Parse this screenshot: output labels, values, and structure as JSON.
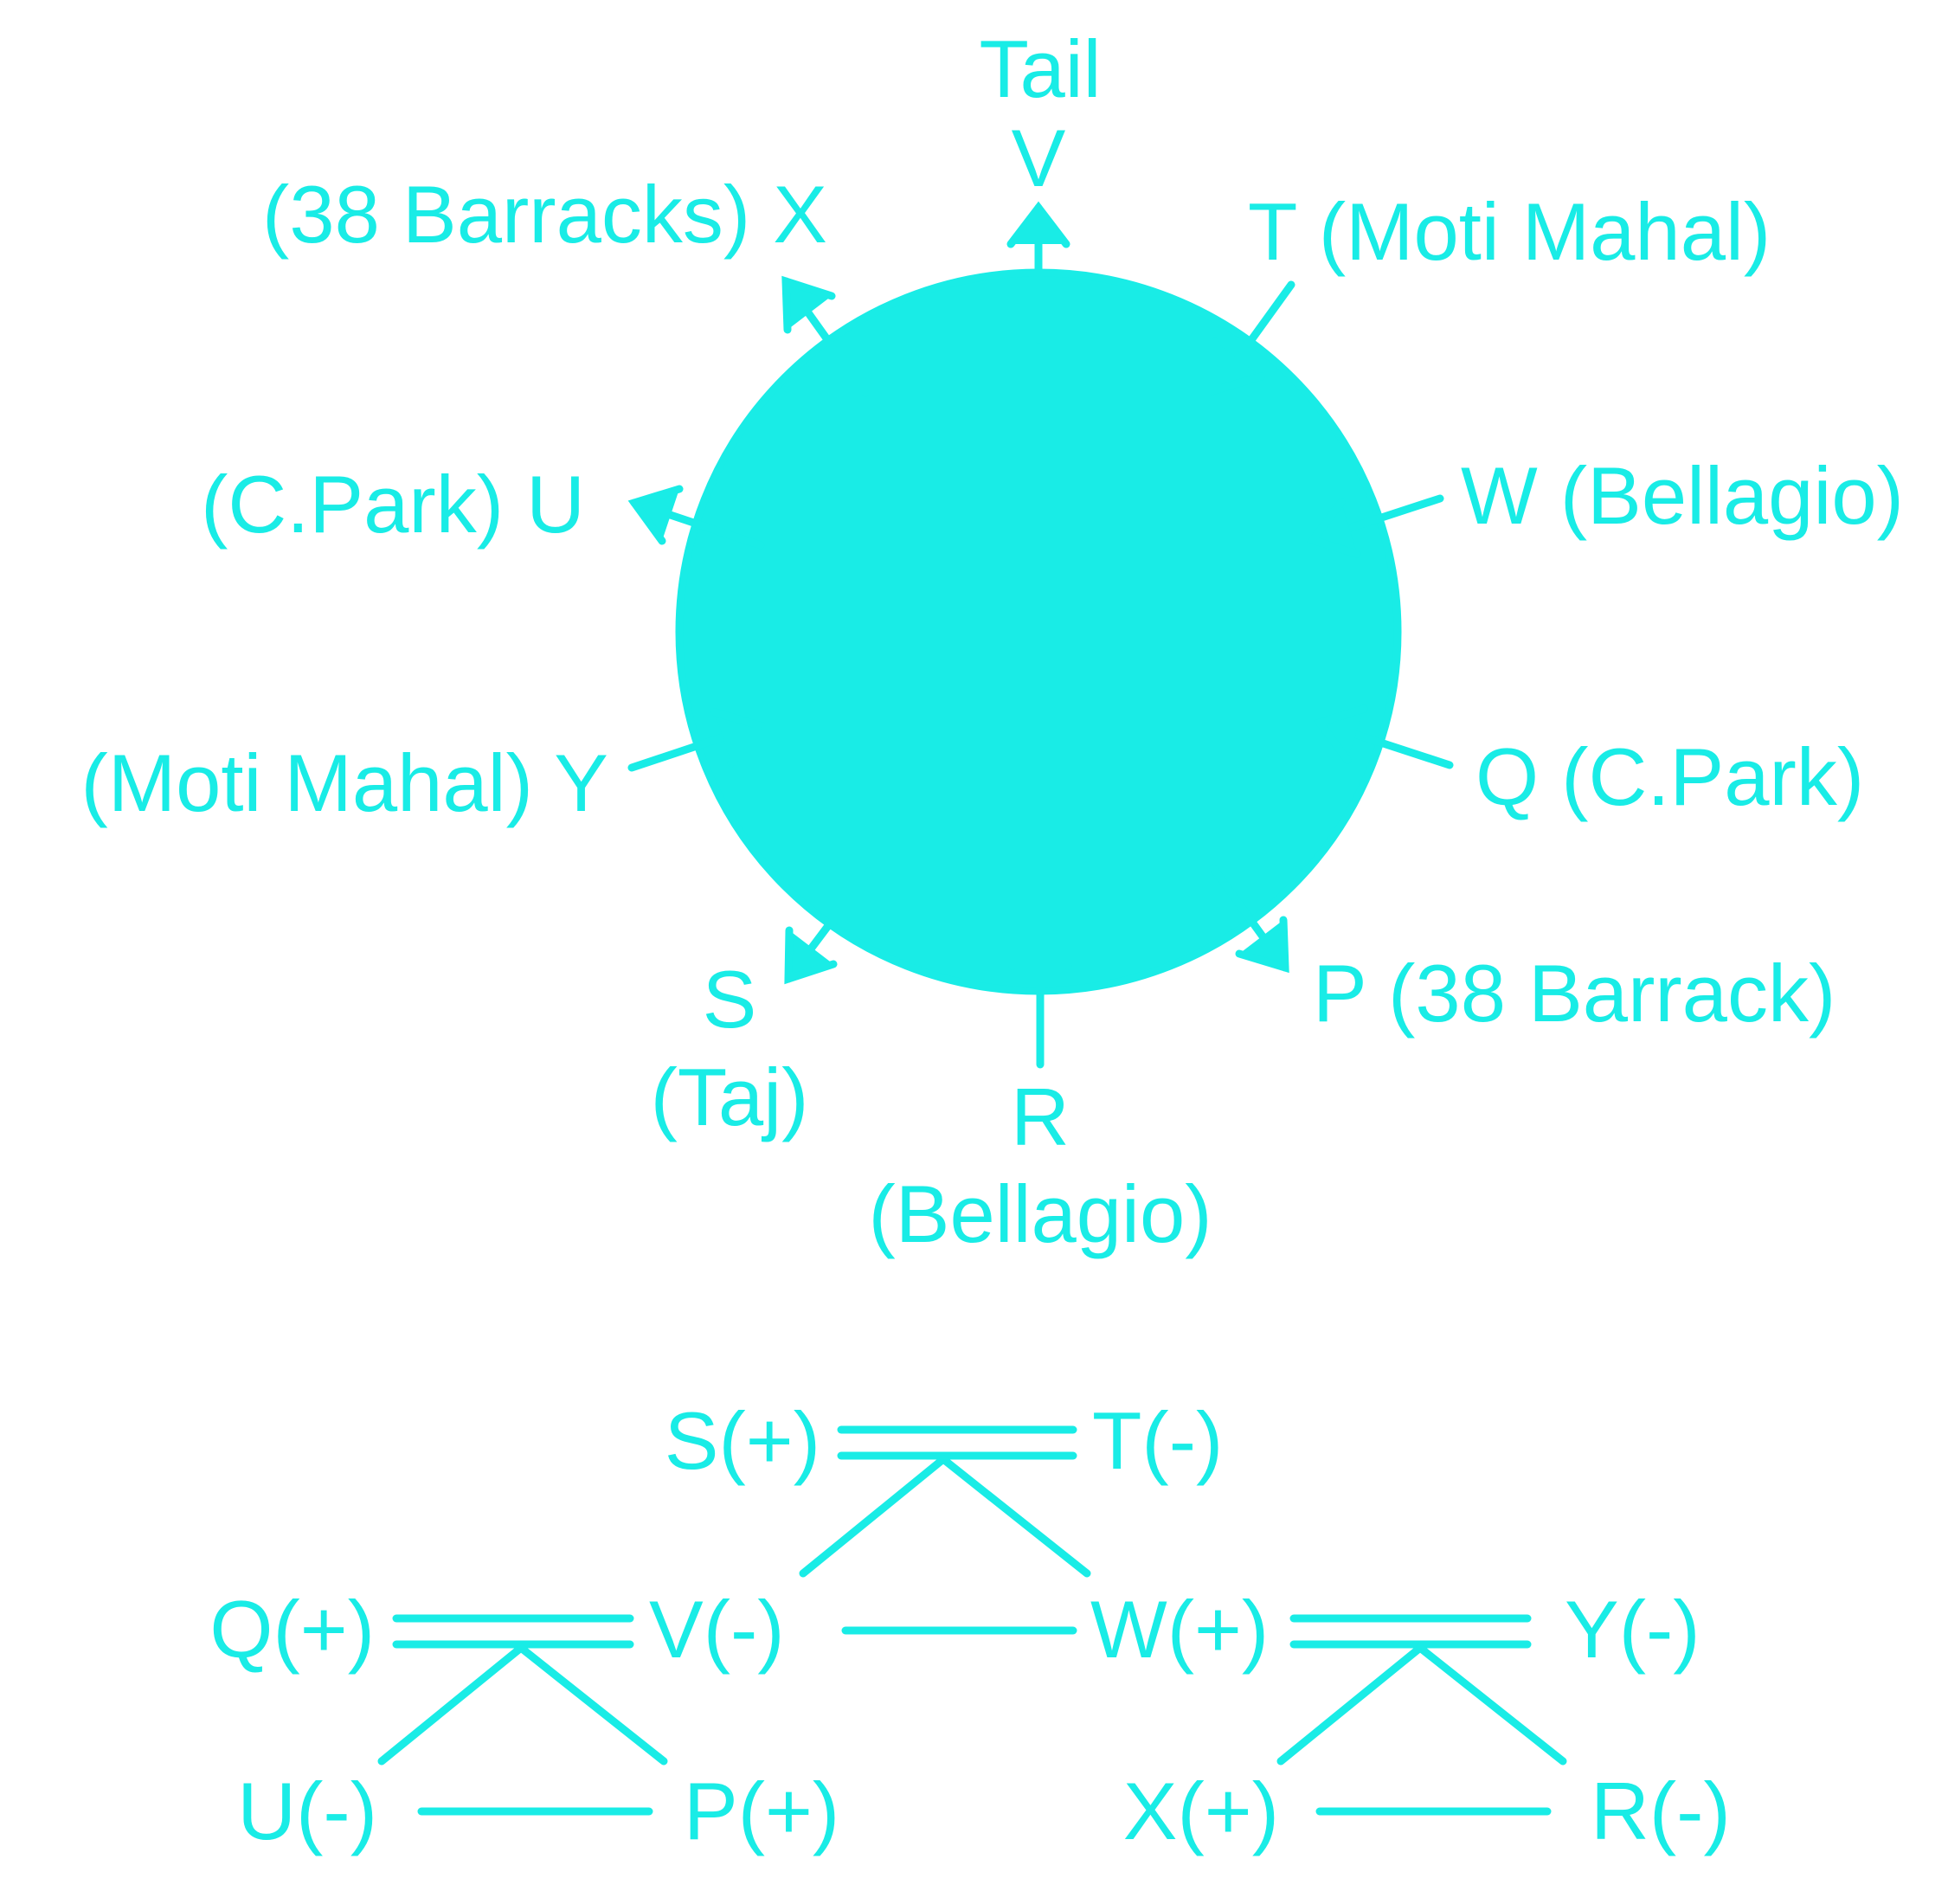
{
  "color": "#19ece6",
  "circle_labels": {
    "tail": "Tail",
    "v": "V",
    "t": "T (Moti Mahal)",
    "w": "W (Bellagio)",
    "q": "Q (C.Park)",
    "p": "P (38 Barrack)",
    "r": "R",
    "r_venue": "(Bellagio)",
    "s": "S",
    "s_venue": "(Taj)",
    "y": "(Moti Mahal) Y",
    "u": "(C.Park) U",
    "x": "(38 Barracks) X"
  },
  "tree_labels": {
    "s": "S(+)",
    "t": "T(-)",
    "q": "Q(+)",
    "v": "V(-)",
    "w": "W(+)",
    "y": "Y(-)",
    "u": "U(-)",
    "p": "P(+)",
    "x": "X(+)",
    "r": "R(-)"
  }
}
